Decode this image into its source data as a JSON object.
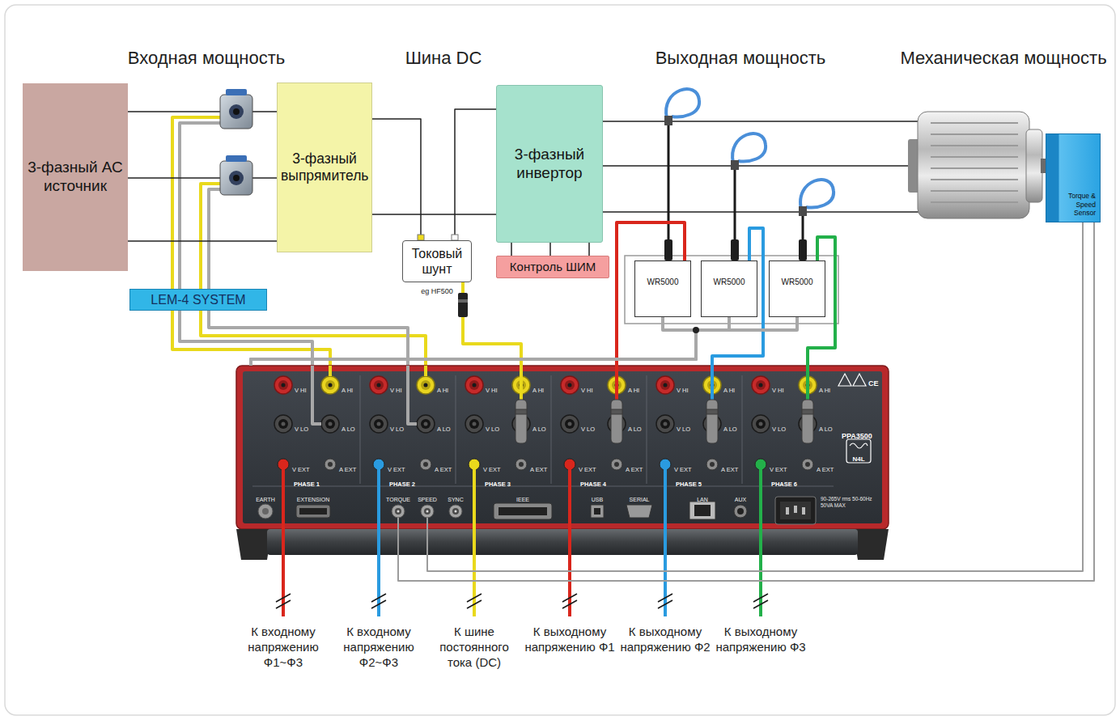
{
  "diagram": {
    "nodes": [
      {
        "text": [
          "3-фазный АС источник"
        ]
      },
      {
        "text": [
          "3-фазный выпрямитель"
        ]
      },
      {
        "text": [
          "3-фазный инвертор"
        ]
      },
      {
        "text": [
          "Контроль ШИМ"
        ]
      },
      {
        "text": [
          "Токовый шунт",
          "eg HF500"
        ]
      },
      {
        "text": [
          "LEM-4 SYSTEM"
        ]
      },
      {
        "text": [
          "WR5000"
        ]
      },
      {
        "text": [
          "WR5000"
        ]
      },
      {
        "text": [
          "WR5000"
        ]
      },
      {
        "text": [
          "Torque & Speed Sensor"
        ]
      },
      {
        "text": [
          "PPA3500"
        ]
      }
    ],
    "edges": [
      {
        "from": 0,
        "to": 1,
        "arrow": "none"
      },
      {
        "from": 0,
        "to": 1,
        "arrow": "none"
      },
      {
        "from": 0,
        "to": 1,
        "arrow": "none"
      },
      {
        "from": 1,
        "to": 4,
        "arrow": "none"
      },
      {
        "from": 4,
        "to": 2,
        "arrow": "none"
      },
      {
        "from": 1,
        "to": 2,
        "arrow": "none"
      },
      {
        "from": 2,
        "to": 3,
        "arrow": "none"
      },
      {
        "from": 2,
        "to": 3,
        "arrow": "none"
      },
      {
        "from": 2,
        "to": 3,
        "arrow": "none"
      },
      {
        "from": 4,
        "to": 10,
        "arrow": "none"
      },
      {
        "from": 6,
        "to": 10,
        "arrow": "none"
      },
      {
        "from": 7,
        "to": 10,
        "arrow": "none"
      },
      {
        "from": 8,
        "to": 10,
        "arrow": "none"
      },
      {
        "from": 6,
        "to": 10,
        "arrow": "none"
      },
      {
        "from": 7,
        "to": 10,
        "arrow": "none"
      },
      {
        "from": 8,
        "to": 10,
        "arrow": "none"
      },
      {
        "from": 9,
        "to": 10,
        "arrow": "none"
      },
      {
        "from": 9,
        "to": 10,
        "arrow": "none"
      }
    ],
    "labels": [
      "Входная мощность",
      "Шина DC",
      "Выходная мощность",
      "Механическая мощность",
      "К входному напряжению Ф1~Ф3",
      "К входному напряжению Ф2~Ф3",
      "К шине постоянного тока (DC)",
      "К выходному напряжению Ф1",
      "К выходному напряжению Ф2",
      "К выходному напряжению Ф3",
      "PHASE 1",
      "PHASE 2",
      "PHASE 3",
      "PHASE 4",
      "PHASE 5",
      "PHASE 6",
      "V HI",
      "V LO",
      "A HI",
      "A LO",
      "V EXT",
      "A EXT",
      "V HI",
      "V LO",
      "A HI",
      "A LO",
      "V EXT",
      "A EXT",
      "V HI",
      "V LO",
      "A HI",
      "A LO",
      "V EXT",
      "A EXT",
      "V HI",
      "V LO",
      "A HI",
      "A LO",
      "V EXT",
      "A EXT",
      "V HI",
      "V LO",
      "A HI",
      "A LO",
      "V EXT",
      "A EXT",
      "V HI",
      "V LO",
      "A HI",
      "A LO",
      "V EXT",
      "A EXT",
      "EARTH",
      "EXTENSION",
      "TORQUE",
      "SPEED",
      "SYNC",
      "IEEE",
      "USB",
      "SERIAL",
      "LAN",
      "AUX",
      "N4L",
      "CE",
      "90-265V rms 50-60Hz 50VA MAX"
    ]
  }
}
